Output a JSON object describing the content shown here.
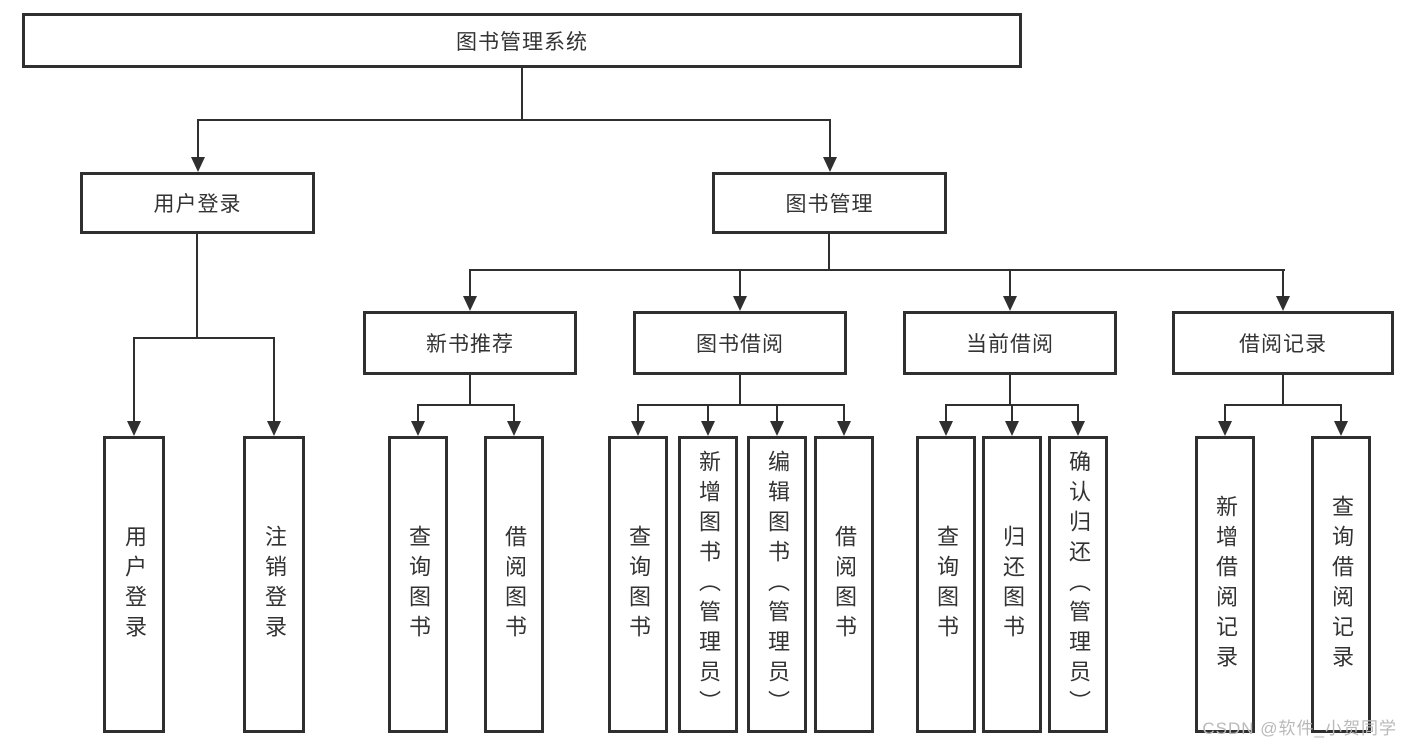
{
  "diagram": {
    "root": {
      "label": "图书管理系统"
    },
    "branches": [
      {
        "label": "用户登录",
        "children": [
          {
            "label": "用户登录"
          },
          {
            "label": "注销登录"
          }
        ]
      },
      {
        "label": "图书管理",
        "children": [
          {
            "label": "新书推荐",
            "children": [
              {
                "label": "查询图书"
              },
              {
                "label": "借阅图书"
              }
            ]
          },
          {
            "label": "图书借阅",
            "children": [
              {
                "label": "查询图书"
              },
              {
                "label": "新增图书（管理员）"
              },
              {
                "label": "编辑图书（管理员）"
              },
              {
                "label": "借阅图书"
              }
            ]
          },
          {
            "label": "当前借阅",
            "children": [
              {
                "label": "查询图书"
              },
              {
                "label": "归还图书"
              },
              {
                "label": "确认归还（管理员）"
              }
            ]
          },
          {
            "label": "借阅记录",
            "children": [
              {
                "label": "新增借阅记录"
              },
              {
                "label": "查询借阅记录"
              }
            ]
          }
        ]
      }
    ],
    "watermark": "CSDN @软件_小贺同学",
    "colors": {
      "line": "#2f2f2f",
      "box_border": "#2f2f2f",
      "text": "#333333",
      "watermark": "#b9b9b9",
      "background": "#ffffff"
    }
  }
}
